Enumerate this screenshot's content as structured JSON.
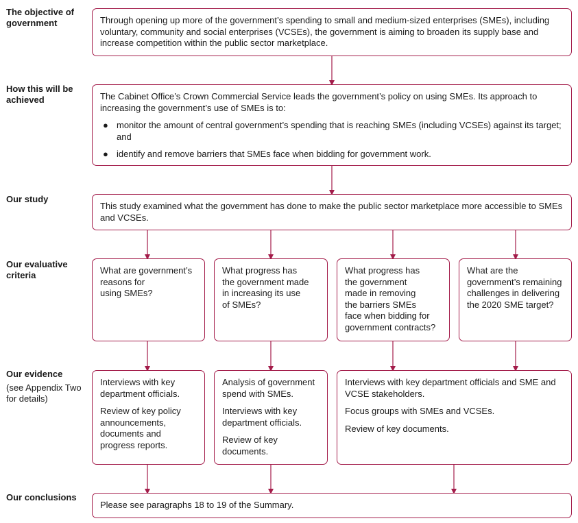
{
  "colors": {
    "accent": "#a31c4a"
  },
  "rows": {
    "objective": {
      "label": "The objective of government",
      "text": "Through opening up more of the government’s spending to small and medium-sized enterprises (SMEs), including voluntary, community and social enterprises (VCSEs), the government is aiming to broaden its supply base and increase competition within the public sector marketplace."
    },
    "how": {
      "label": "How this will be achieved",
      "intro": "The Cabinet Office’s Crown Commercial Service leads the government’s policy on using SMEs. Its approach to increasing the government’s use of SMEs is to:",
      "bullets": [
        "monitor the amount of central government’s spending that is reaching SMEs (including VCSEs) against its target; and",
        "identify and remove barriers that SMEs face when bidding for government work."
      ]
    },
    "study": {
      "label": "Our study",
      "text": "This study examined what the government has done to make the public sector marketplace more accessible to SMEs and VCSEs."
    },
    "criteria": {
      "label": "Our evaluative criteria",
      "items": [
        "What are government’s\nreasons for\nusing SMEs?",
        "What progress has\nthe government made\nin increasing its use\nof SMEs?",
        "What progress has\nthe government\nmade in removing\nthe barriers SMEs\nface when bidding for\ngovernment contracts?",
        "What are the\ngovernment’s remaining\nchallenges in delivering\nthe 2020 SME target?"
      ]
    },
    "evidence": {
      "label": "Our evidence",
      "sublabel": "(see Appendix Two for details)",
      "box1": [
        "Interviews with key department officials.",
        "Review of key policy announcements, documents and progress reports."
      ],
      "box2": [
        "Analysis of government spend with SMEs.",
        "Interviews with key department officials.",
        "Review of key documents."
      ],
      "box3": [
        "Interviews with key department officials and SME and VCSE stakeholders.",
        "Focus groups with SMEs and VCSEs.",
        "Review of key documents."
      ]
    },
    "conclusions": {
      "label": "Our conclusions",
      "text": "Please see paragraphs 18 to 19 of the Summary."
    }
  }
}
